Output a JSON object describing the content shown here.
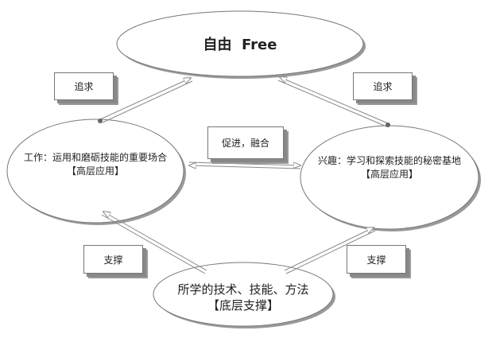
{
  "nodes": {
    "top": {
      "title": "自由  Free"
    },
    "left": {
      "line1": "工作：运用和磨砺技能的重要场合",
      "line2": "【高层应用】"
    },
    "right": {
      "line1": "兴趣：学习和探索技能的秘密基地",
      "line2": "【高层应用】"
    },
    "bottom": {
      "line1": "所学的技术、技能、方法",
      "line2": "【底层支撑】"
    }
  },
  "labels": {
    "pursue_left": "追求",
    "pursue_right": "追求",
    "promote": "促进，融合",
    "support_left": "支撑",
    "support_right": "支撑"
  },
  "colors": {
    "line": "#888888",
    "text": "#222222"
  }
}
